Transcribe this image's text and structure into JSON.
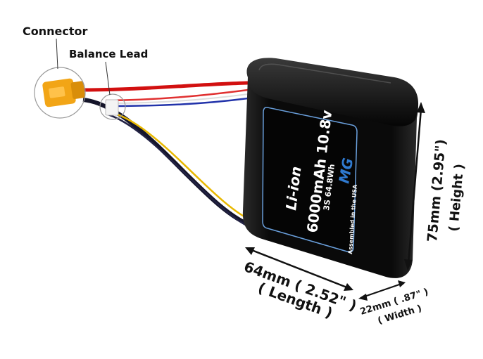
{
  "callouts": {
    "connector": "Connector",
    "balance_lead": "Balance Lead"
  },
  "label": {
    "chemistry": "Li-ion",
    "capacity_voltage": "6000mAh 10.8v",
    "config_energy": "3S 64.8Wh",
    "assembled": "Assembled in the USA",
    "logo": "MG"
  },
  "dimensions": {
    "height": "75mm (2.95\")",
    "height_label": "( Height )",
    "length": "64mm ( 2.52\" )",
    "length_label": "( Length )",
    "width": "22mm ( .87\" )",
    "width_label": "( Width )"
  },
  "colors": {
    "connector": "#f2a516",
    "label_border": "#6aa0dd",
    "body": "#0a0a0a"
  }
}
